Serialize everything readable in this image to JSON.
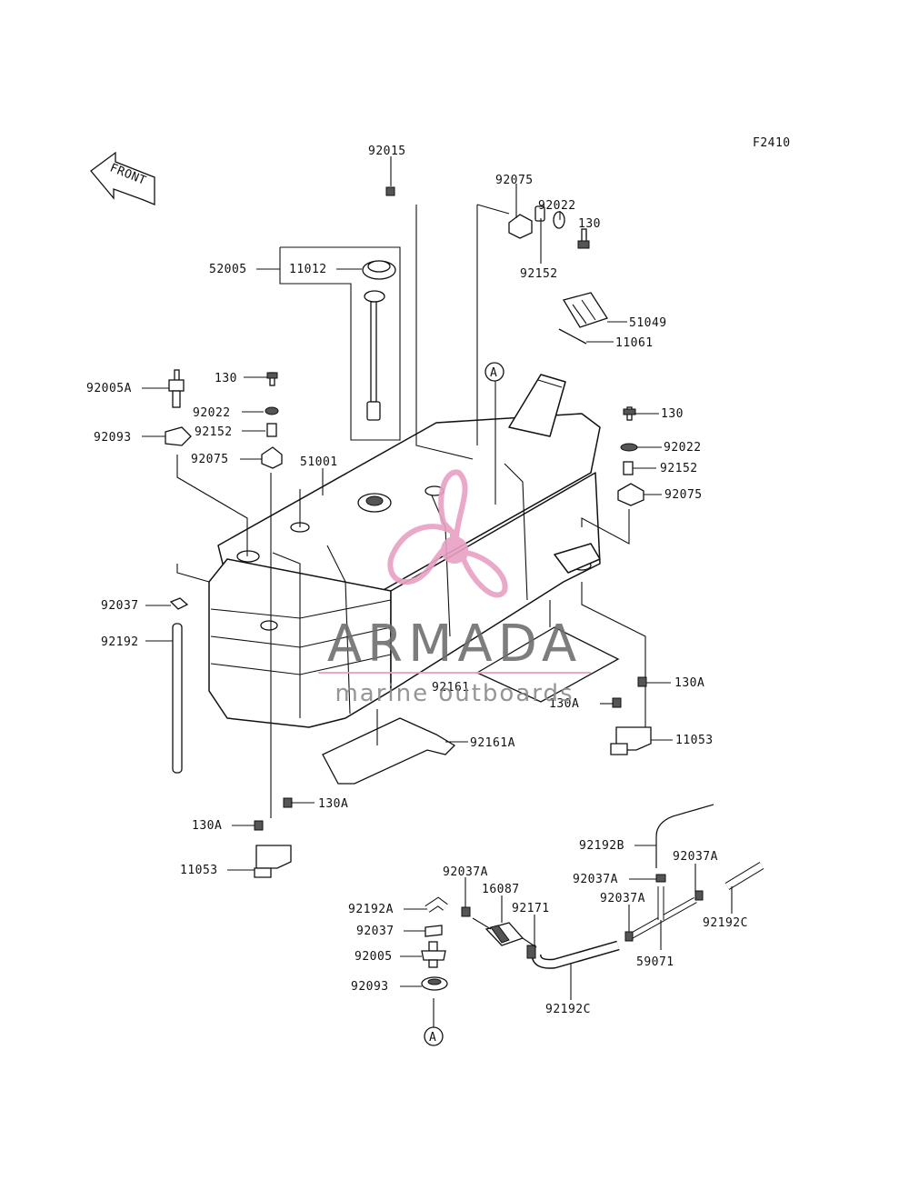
{
  "diagram": {
    "code": "F2410",
    "front_label": "FRONT",
    "ref_marker": "A"
  },
  "watermark": {
    "brand": "ARMADA",
    "tagline": "marine outboards",
    "color_grey": "#6f6f6f",
    "color_pink": "#e8a0c4"
  },
  "labels": {
    "p92015": "92015",
    "p92075_top": "92075",
    "p92022_top": "92022",
    "p130_top": "130",
    "p92152_top": "92152",
    "p52005": "52005",
    "p11012": "11012",
    "p51049": "51049",
    "p11061": "11061",
    "p92005A": "92005A",
    "p130_left": "130",
    "p92022_left": "92022",
    "p92152_left": "92152",
    "p92093_left": "92093",
    "p92075_left": "92075",
    "p51001": "51001",
    "p130_right": "130",
    "p92022_right": "92022",
    "p92152_right": "92152",
    "p92075_right": "92075",
    "p92037_left": "92037",
    "p92192_left": "92192",
    "p92161": "92161",
    "p130A_r1": "130A",
    "p130A_r2": "130A",
    "p11053_right": "11053",
    "p92161A": "92161A",
    "p130A_l1": "130A",
    "p130A_l2": "130A",
    "p11053_left": "11053",
    "p92192B": "92192B",
    "p92037A_1": "92037A",
    "p92037A_2": "92037A",
    "p92037A_3": "92037A",
    "p92037A_4": "92037A",
    "p16087": "16087",
    "p92192A": "92192A",
    "p92171": "92171",
    "p92037_bottom": "92037",
    "p92005": "92005",
    "p92192C_right": "92192C",
    "p59071": "59071",
    "p92093_bottom": "92093",
    "p92192C_bottom": "92192C"
  }
}
